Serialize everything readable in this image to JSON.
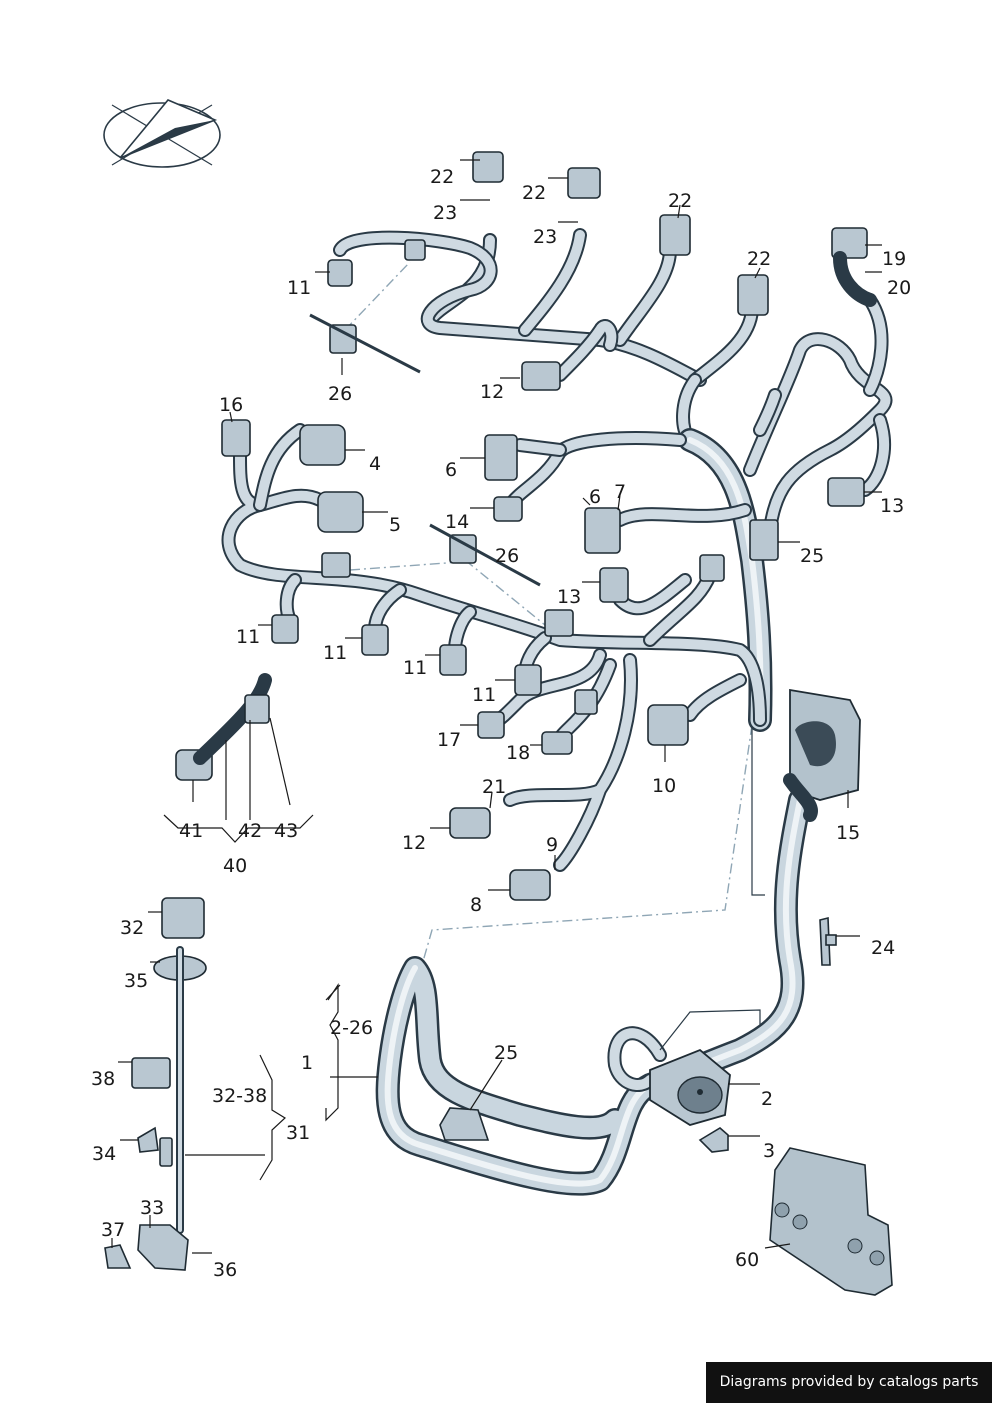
{
  "diagram": {
    "callouts": [
      {
        "id": "c22a",
        "text": "22"
      },
      {
        "id": "c23a",
        "text": "23"
      },
      {
        "id": "c22b",
        "text": "22"
      },
      {
        "id": "c23b",
        "text": "23"
      },
      {
        "id": "c22c",
        "text": "22"
      },
      {
        "id": "c22d",
        "text": "22"
      },
      {
        "id": "c19",
        "text": "19"
      },
      {
        "id": "c20",
        "text": "20"
      },
      {
        "id": "c11a",
        "text": "11"
      },
      {
        "id": "c26a",
        "text": "26"
      },
      {
        "id": "c12a",
        "text": "12"
      },
      {
        "id": "c16",
        "text": "16"
      },
      {
        "id": "c4",
        "text": "4"
      },
      {
        "id": "c6a",
        "text": "6"
      },
      {
        "id": "c5",
        "text": "5"
      },
      {
        "id": "c14",
        "text": "14"
      },
      {
        "id": "c26b",
        "text": "26"
      },
      {
        "id": "c6b",
        "text": "6"
      },
      {
        "id": "c7",
        "text": "7"
      },
      {
        "id": "c13a",
        "text": "13"
      },
      {
        "id": "c25a",
        "text": "25"
      },
      {
        "id": "c13b",
        "text": "13"
      },
      {
        "id": "c11b",
        "text": "11"
      },
      {
        "id": "c11c",
        "text": "11"
      },
      {
        "id": "c11d",
        "text": "11"
      },
      {
        "id": "c11e",
        "text": "11"
      },
      {
        "id": "c17",
        "text": "17"
      },
      {
        "id": "c18",
        "text": "18"
      },
      {
        "id": "c10",
        "text": "10"
      },
      {
        "id": "c21",
        "text": "21"
      },
      {
        "id": "c12b",
        "text": "12"
      },
      {
        "id": "c9",
        "text": "9"
      },
      {
        "id": "c8",
        "text": "8"
      },
      {
        "id": "c15",
        "text": "15"
      },
      {
        "id": "c41",
        "text": "41"
      },
      {
        "id": "c42",
        "text": "42"
      },
      {
        "id": "c43",
        "text": "43"
      },
      {
        "id": "c40",
        "text": "40"
      },
      {
        "id": "c24",
        "text": "24"
      },
      {
        "id": "c32",
        "text": "32"
      },
      {
        "id": "c35",
        "text": "35"
      },
      {
        "id": "c38",
        "text": "38"
      },
      {
        "id": "c32_38",
        "text": "32-38"
      },
      {
        "id": "c31",
        "text": "31"
      },
      {
        "id": "c34",
        "text": "34"
      },
      {
        "id": "c33",
        "text": "33"
      },
      {
        "id": "c37",
        "text": "37"
      },
      {
        "id": "c36",
        "text": "36"
      },
      {
        "id": "c2_26",
        "text": "2-26"
      },
      {
        "id": "c1",
        "text": "1"
      },
      {
        "id": "c25b",
        "text": "25"
      },
      {
        "id": "c2",
        "text": "2"
      },
      {
        "id": "c3",
        "text": "3"
      },
      {
        "id": "c60",
        "text": "60"
      }
    ]
  },
  "footer": {
    "text": "Diagrams provided by catalogs parts"
  }
}
